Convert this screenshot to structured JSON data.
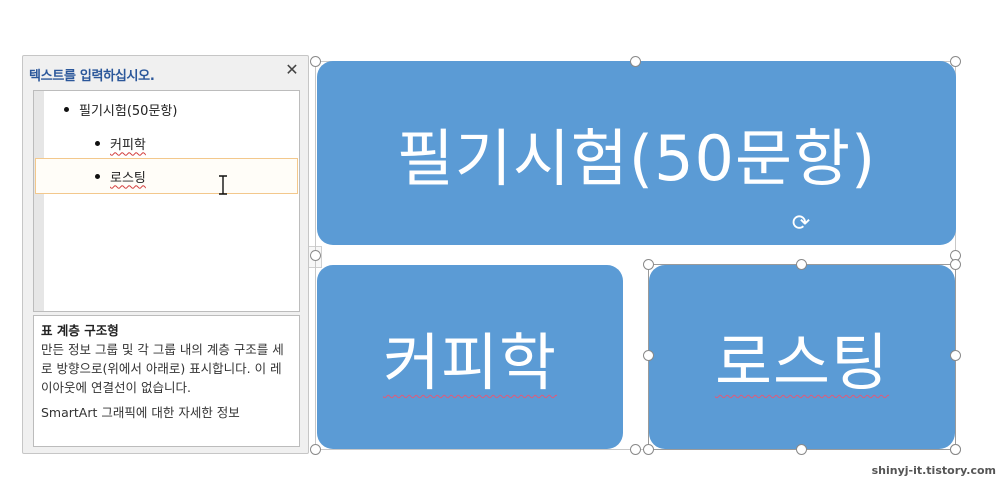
{
  "text_pane": {
    "title": "텍스트를 입력하십시오.",
    "close_glyph": "✕",
    "bullets": [
      {
        "text": "필기시험(50문항)",
        "level": 1
      },
      {
        "text": "커피학",
        "level": 2
      },
      {
        "text": "로스팅",
        "level": 2
      }
    ],
    "description": {
      "title": "표 계층 구조형",
      "body": "만든 정보 그룹 및 각 그룹 내의 계층 구조를 세로 방향으로(위에서 아래로) 표시합니다. 이 레이아웃에 연결선이 없습니다.",
      "link": "SmartArt 그래픽에 대한 자세한 정보"
    },
    "collapse_glyph": "›"
  },
  "canvas": {
    "shapes": [
      {
        "text": "필기시험(50문항)"
      },
      {
        "text": "커피학"
      },
      {
        "text": "로스팅"
      }
    ],
    "shape_color": "#5b9bd5",
    "rotate_glyph": "⟳"
  },
  "watermark": "shinyj-it.tistory.com"
}
